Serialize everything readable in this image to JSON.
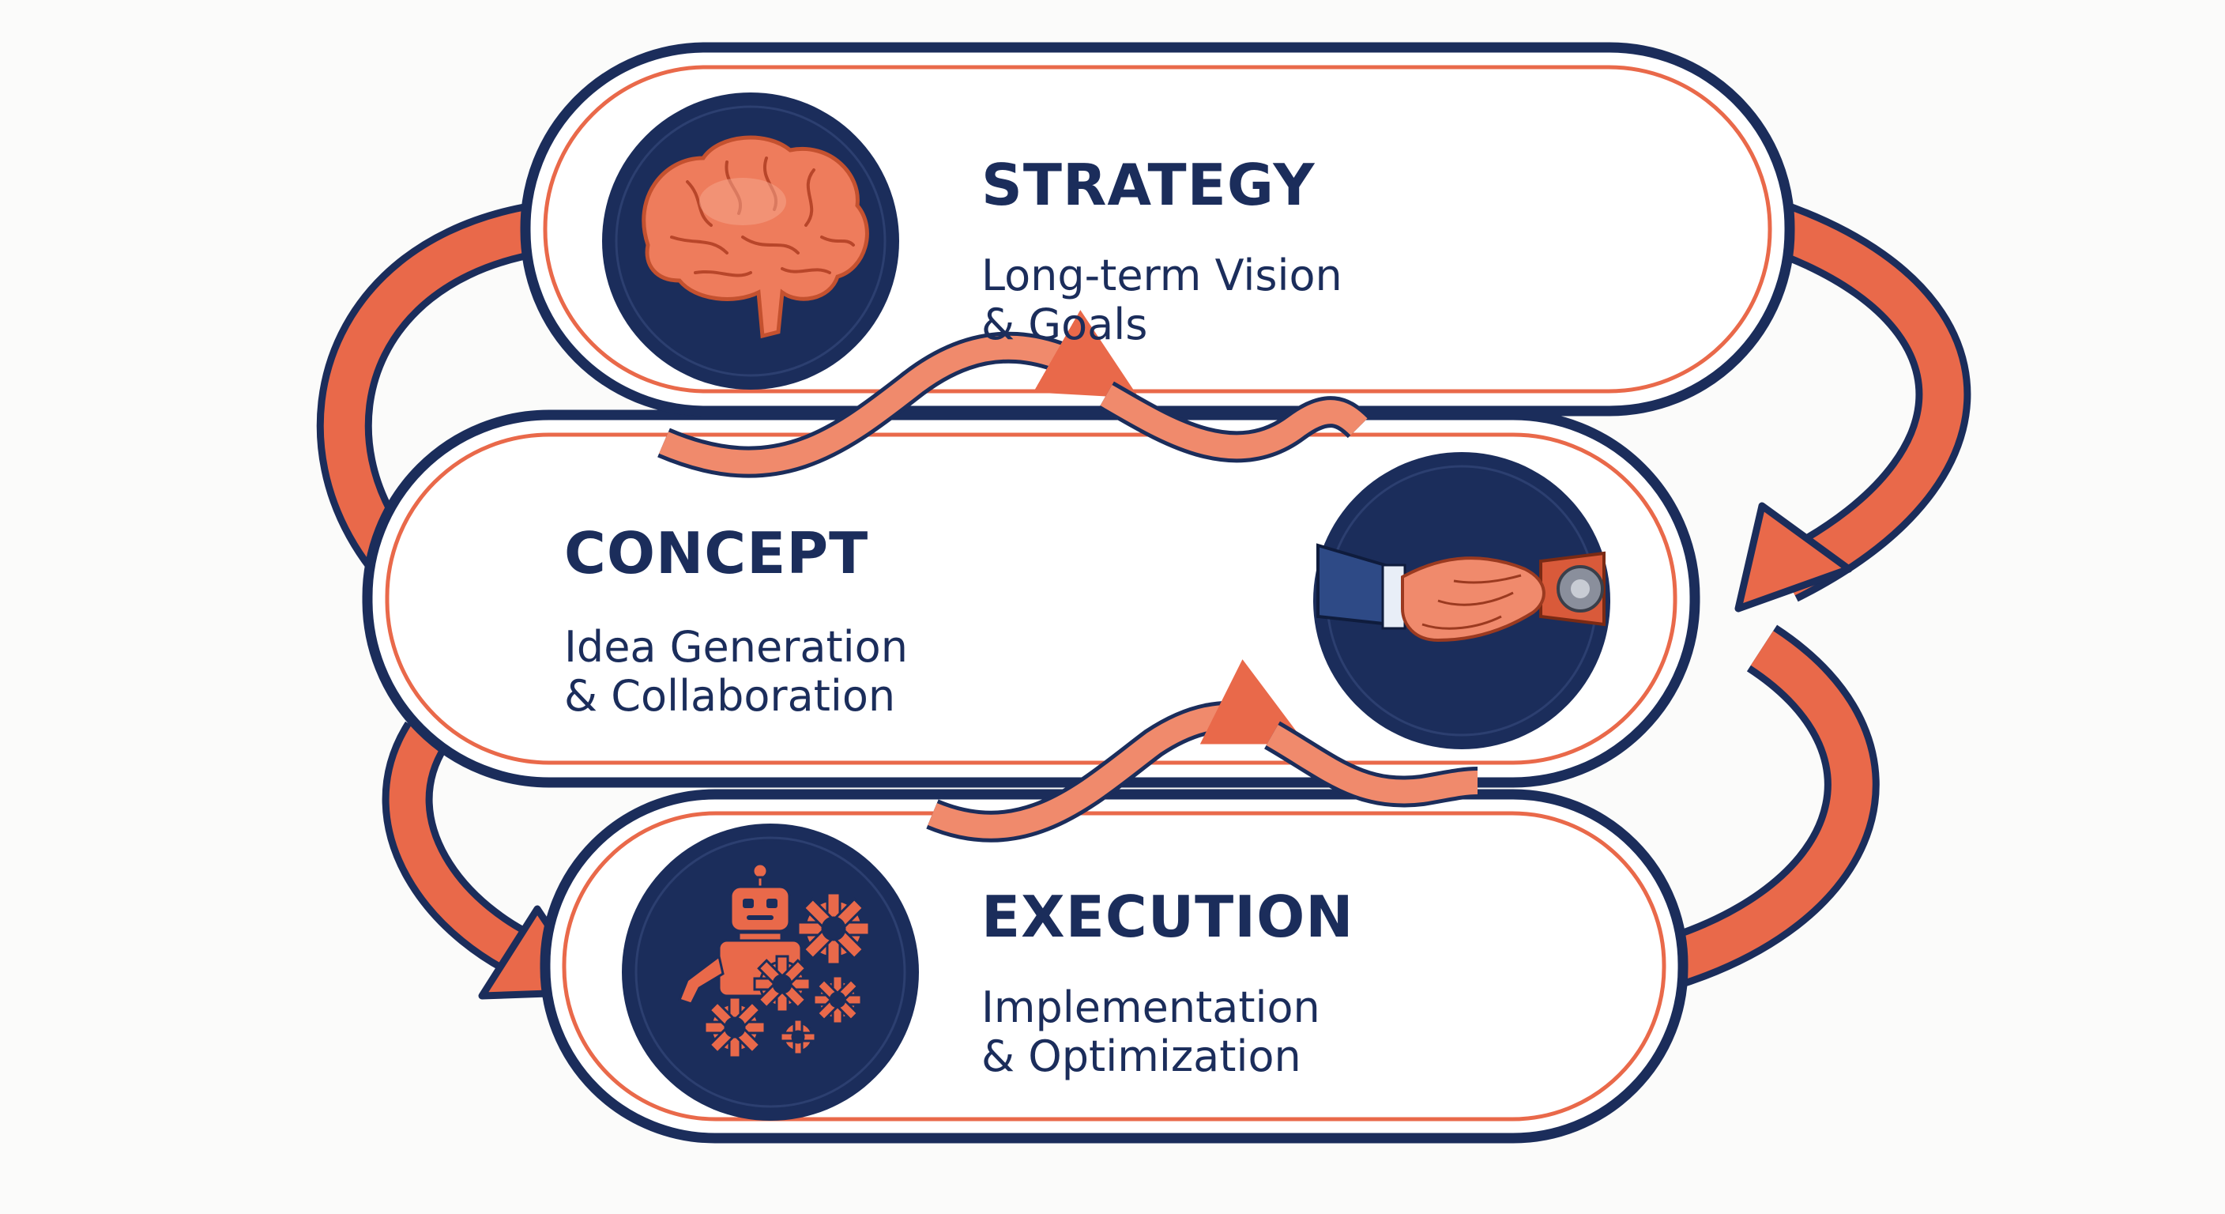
{
  "colors": {
    "navy": "#1b2d5b",
    "orange": "#e9694a",
    "orange_light": "#f08a6c",
    "background": "#fbfbfa",
    "card": "#ffffff"
  },
  "stages": [
    {
      "title": "STRATEGY",
      "line1": "Long-term Vision",
      "line2": "& Goals",
      "icon": "brain-icon"
    },
    {
      "title": "CONCEPT",
      "line1": "Idea Generation",
      "line2": "& Collaboration",
      "icon": "handshake-human-robot-icon"
    },
    {
      "title": "EXECUTION",
      "line1": "Implementation",
      "line2": "& Optimization",
      "icon": "robot-gears-icon"
    }
  ]
}
